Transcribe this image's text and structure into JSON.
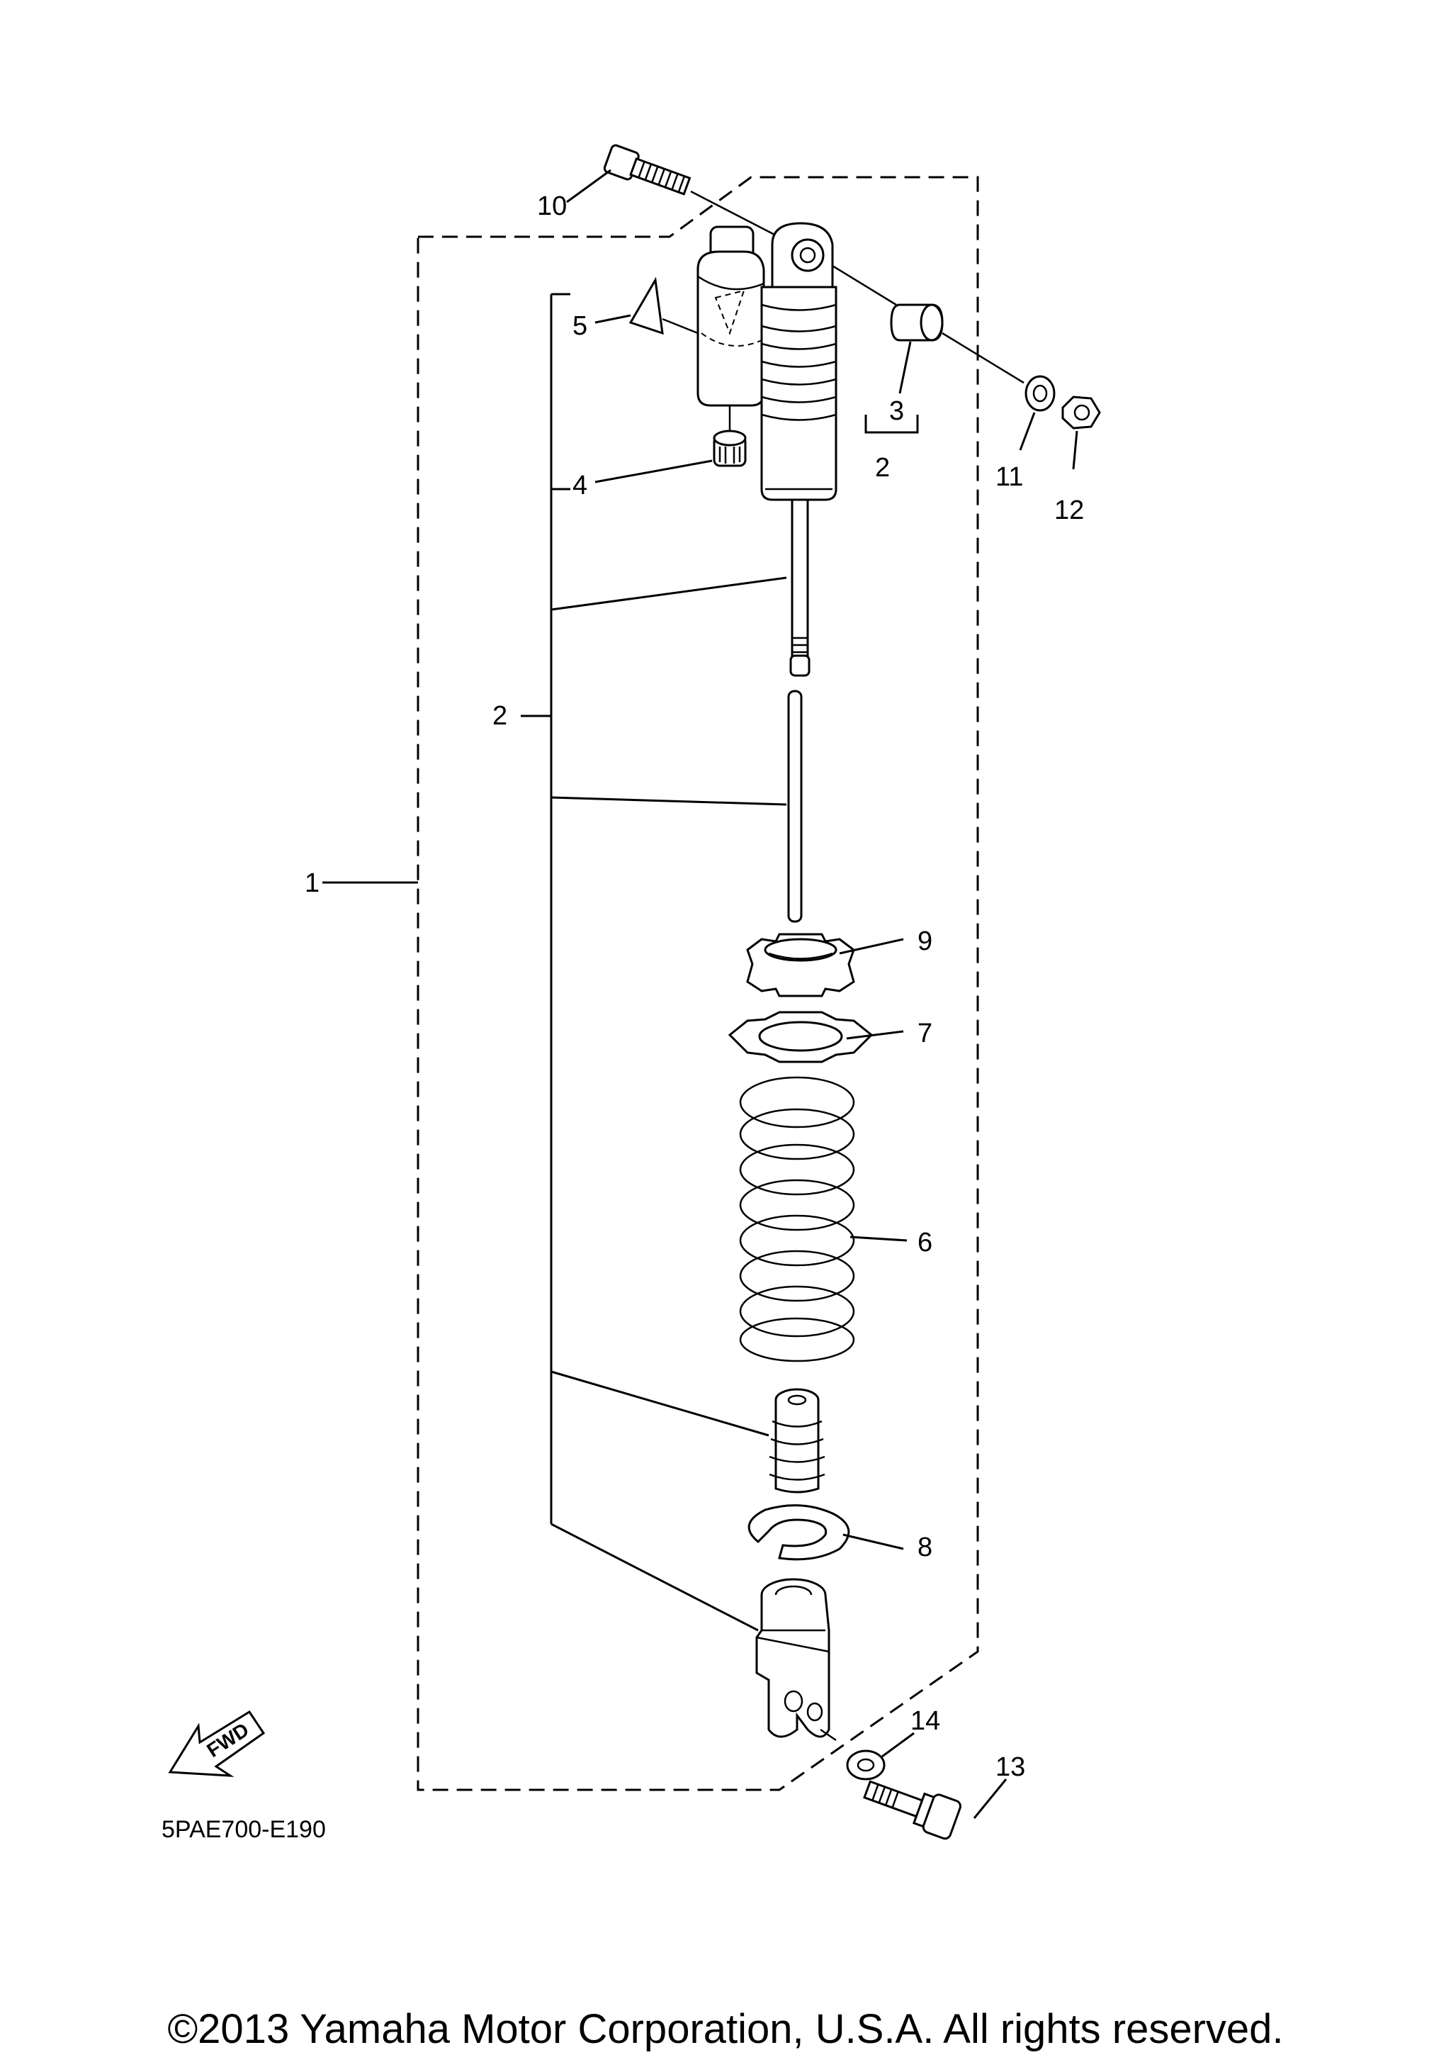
{
  "callouts": {
    "c1": "1",
    "c2": "2",
    "c2b": "2",
    "c3": "3",
    "c4": "4",
    "c5": "5",
    "c6": "6",
    "c7": "7",
    "c8": "8",
    "c9": "9",
    "c10": "10",
    "c11": "11",
    "c12": "12",
    "c13": "13",
    "c14": "14"
  },
  "fwd_label": "FWD",
  "diagram_code": "5PAE700-E190",
  "copyright": "©2013 Yamaha Motor Corporation, U.S.A. All rights reserved."
}
